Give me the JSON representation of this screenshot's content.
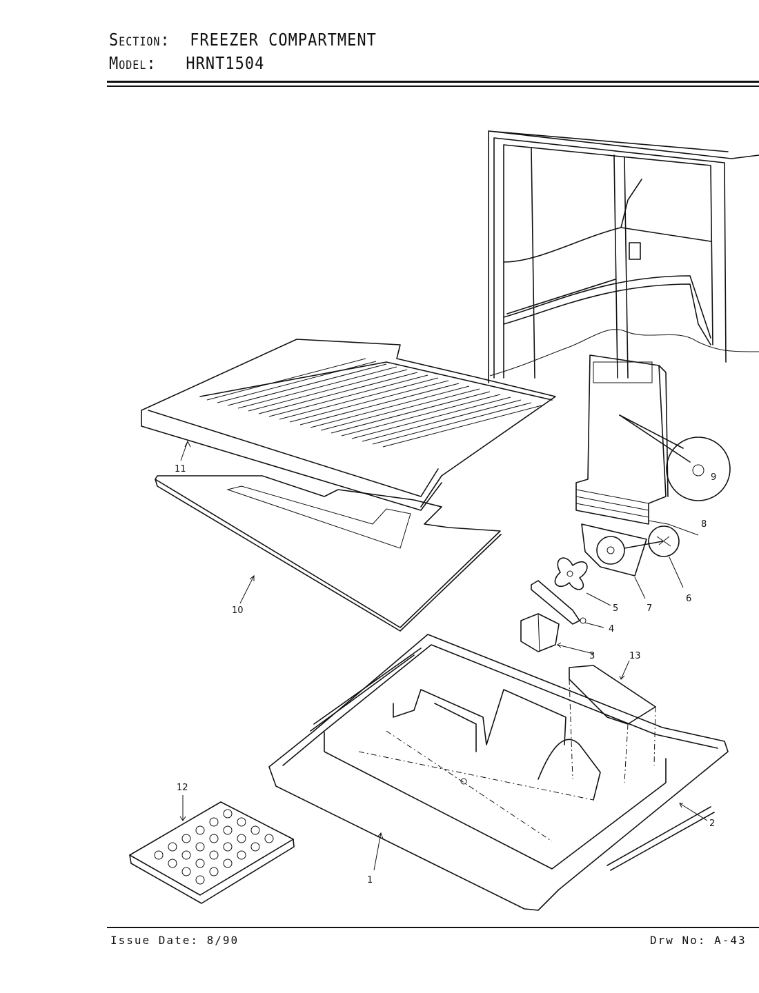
{
  "header": {
    "section_label": "Section:",
    "section_value": "FREEZER COMPARTMENT",
    "model_label": "Model:",
    "model_value": "HRNT1504"
  },
  "footer": {
    "issue_date": "Issue Date: 8/90",
    "drawing_no": "Drw No: A-43"
  },
  "callouts": [
    "1",
    "2",
    "3",
    "4",
    "5",
    "6",
    "7",
    "8",
    "9",
    "10",
    "11",
    "12",
    "13"
  ]
}
